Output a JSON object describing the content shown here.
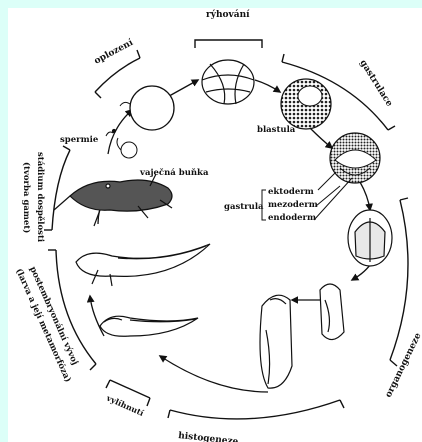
{
  "stages": {
    "ryhovani": "rýhování",
    "gastrulace": "gastrulace",
    "organogeneze": "organogeneze",
    "histogeneze": "histogeneze",
    "vylihnuti": "vylíhnutí",
    "postembryonalni_line1": "postembryonální vývoj",
    "postembryonalni_line2": "(larva a její metamorfóza)",
    "dospelost_line1": "stádium dospělosti",
    "dospelost_line2": "(tvorba gamet)",
    "oplozeni": "oplození"
  },
  "labels": {
    "spermie": "spermie",
    "vajecna_bunka": "vaječná buňka",
    "blastula": "blastula",
    "gastrula": "gastrula",
    "ektoderm": "ektoderm",
    "mezoderm": "mezoderm",
    "endoderm": "endoderm"
  },
  "colors": {
    "background": "#dcfff8",
    "panel": "#ffffff",
    "ink": "#111111"
  }
}
